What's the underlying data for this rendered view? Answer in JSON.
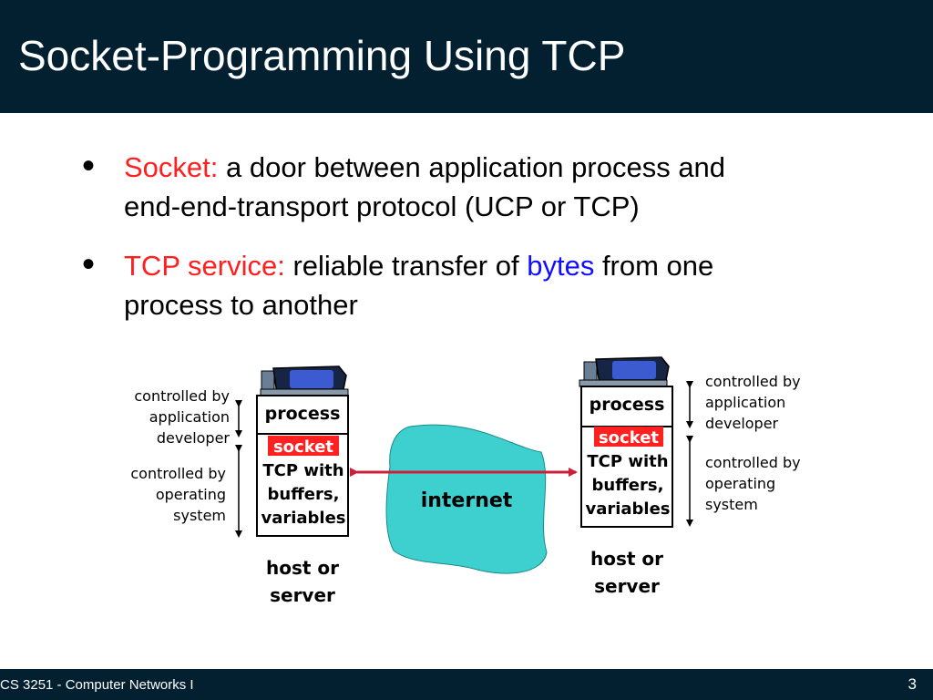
{
  "slide": {
    "title": "Socket-Programming Using TCP",
    "footer_course": "CS 3251 - Computer Networks I",
    "page_number": "3"
  },
  "bullets": [
    {
      "term": "Socket:",
      "text_line1": " a door between application process and",
      "text_line2": "end-end-transport protocol (UCP or TCP)"
    },
    {
      "term": "TCP service:",
      "text_pre": " reliable transfer of ",
      "highlight": "bytes",
      "text_post": " from one",
      "text_line2": "process to another"
    }
  ],
  "diagram": {
    "left_host": {
      "process": "process",
      "socket": "socket",
      "tcp_line1": "TCP with",
      "tcp_line2": "buffers,",
      "tcp_line3": "variables",
      "host_line1": "host or",
      "host_line2": "server",
      "app_ctrl_line1": "controlled by",
      "app_ctrl_line2": "application",
      "app_ctrl_line3": "developer",
      "os_ctrl_line1": "controlled by",
      "os_ctrl_line2": "operating",
      "os_ctrl_line3": "system"
    },
    "right_host": {
      "process": "process",
      "socket": "socket",
      "tcp_line1": "TCP with",
      "tcp_line2": "buffers,",
      "tcp_line3": "variables",
      "host_line1": "host or",
      "host_line2": "server",
      "app_ctrl_line1": "controlled by",
      "app_ctrl_line2": "application",
      "app_ctrl_line3": "developer",
      "os_ctrl_line1": "controlled by",
      "os_ctrl_line2": "operating",
      "os_ctrl_line3": "system"
    },
    "internet": "internet"
  },
  "colors": {
    "header": "#02202f",
    "term": "#ff1f1f",
    "highlight": "#1010ff",
    "socket_fill": "#ff2020",
    "internet_fill": "#3ecfcf",
    "arrow": "#cc1f3a"
  }
}
